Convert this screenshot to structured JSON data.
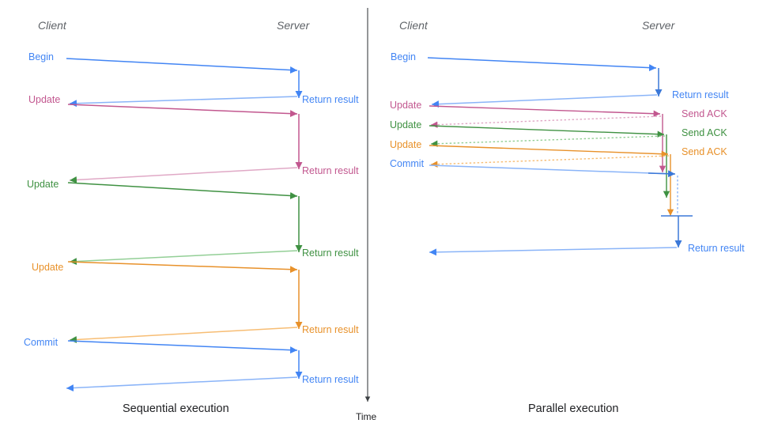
{
  "figure": {
    "title_left": "Sequential execution",
    "title_right": "Parallel execution",
    "time_axis_label": "Time"
  },
  "colors": {
    "blue": "#4285f4",
    "blue_dark": "#3b78d8",
    "blue_light": "#8ab4f8",
    "pink": "#c2578f",
    "pink_light": "#e0a9c6",
    "green": "#3f9142",
    "green_light": "#93cf96",
    "orange": "#e8912a",
    "orange_light": "#f7bd74",
    "header_gray": "#5f6368",
    "axis_gray": "#3c4043",
    "caption_black": "#202124"
  },
  "left_panel": {
    "name": "Sequential execution",
    "lanes": {
      "client": "Client",
      "server": "Server"
    },
    "client_labels": [
      {
        "text": "Begin",
        "color": "#4285f4"
      },
      {
        "text": "Update",
        "color": "#c2578f"
      },
      {
        "text": "Update",
        "color": "#3f9142"
      },
      {
        "text": "Update",
        "color": "#e8912a"
      },
      {
        "text": "Commit",
        "color": "#4285f4"
      }
    ],
    "server_labels": [
      {
        "text": "Return result",
        "color": "#4285f4"
      },
      {
        "text": "Return result",
        "color": "#c2578f"
      },
      {
        "text": "Return result",
        "color": "#3f9142"
      },
      {
        "text": "Return result",
        "color": "#e8912a"
      },
      {
        "text": "Return result",
        "color": "#4285f4"
      }
    ]
  },
  "right_panel": {
    "name": "Parallel execution",
    "lanes": {
      "client": "Client",
      "server": "Server"
    },
    "client_labels": [
      {
        "text": "Begin",
        "color": "#4285f4"
      },
      {
        "text": "Update",
        "color": "#c2578f"
      },
      {
        "text": "Update",
        "color": "#3f9142"
      },
      {
        "text": "Update",
        "color": "#e8912a"
      },
      {
        "text": "Commit",
        "color": "#4285f4"
      }
    ],
    "server_labels": [
      {
        "text": "Return result",
        "color": "#4285f4"
      },
      {
        "text": "Send ACK",
        "color": "#c2578f"
      },
      {
        "text": "Send ACK",
        "color": "#3f9142"
      },
      {
        "text": "Send ACK",
        "color": "#e8912a"
      },
      {
        "text": "Return result",
        "color": "#4285f4"
      }
    ]
  }
}
